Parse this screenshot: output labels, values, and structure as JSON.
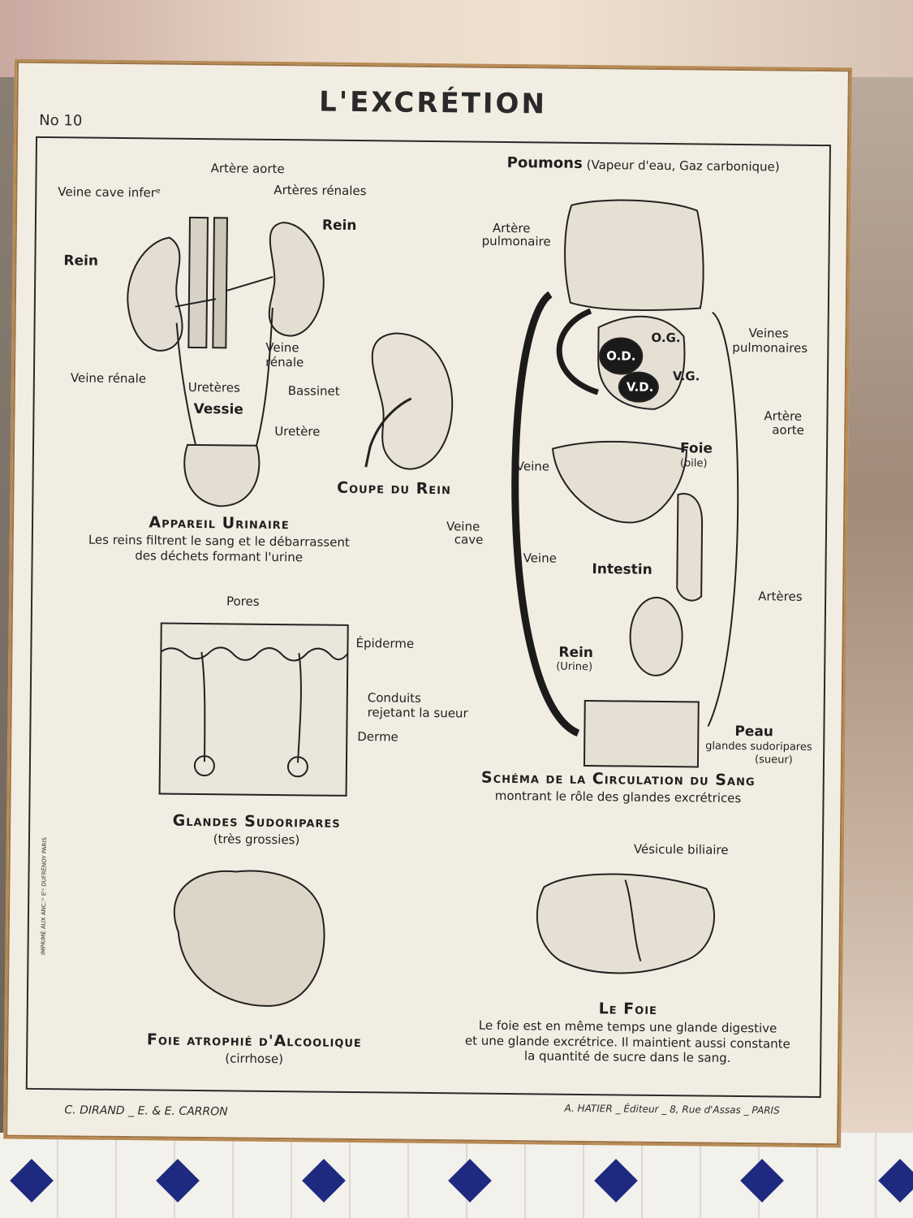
{
  "poster": {
    "number": "No 10",
    "title": "L'EXCRÉTION"
  },
  "urinary": {
    "labels": {
      "artere_aorte": "Artère aorte",
      "veine_cave": "Veine cave inferᵉ",
      "arteres_renales": "Artères rénales",
      "rein_right": "Rein",
      "rein_left": "Rein",
      "veine_renale_right_1": "Veine",
      "veine_renale_right_2": "rénale",
      "veine_renale_left": "Veine rénale",
      "ureteres": "Uretères",
      "vessie": "Vessie"
    },
    "caption_title": "Appareil Urinaire",
    "caption_line1": "Les reins filtrent le sang et le débarrassent",
    "caption_line2": "des déchets formant l'urine"
  },
  "kidney_section": {
    "bassinet": "Bassinet",
    "uretere": "Uretère",
    "caption": "Coupe du Rein"
  },
  "sweat_glands": {
    "pores": "Pores",
    "epiderme": "Épiderme",
    "conduits_1": "Conduits",
    "conduits_2": "rejetant la sueur",
    "derme": "Derme",
    "caption_title": "Glandes Sudoripares",
    "caption_sub": "(très grossies)"
  },
  "circulation": {
    "poumons": "Poumons",
    "poumons_detail": "(Vapeur d'eau, Gaz carbonique)",
    "artere_pulm_1": "Artère",
    "artere_pulm_2": "pulmonaire",
    "veines_pulm_1": "Veines",
    "veines_pulm_2": "pulmonaires",
    "od": "O.D.",
    "og": "O.G.",
    "vd": "V.D.",
    "vg": "V.G.",
    "artere_aorte_1": "Artère",
    "artere_aorte_2": "aorte",
    "foie": "Foie",
    "bile": "(bile)",
    "veine_1": "Veine",
    "veine_cave_1": "Veine",
    "veine_cave_2": "cave",
    "veine_2": "Veine",
    "intestin": "Intestin",
    "arteres": "Artères",
    "rein": "Rein",
    "urine": "(Urine)",
    "peau": "Peau",
    "peau_detail_1": "glandes sudoripares",
    "peau_detail_2": "(sueur)",
    "caption_title": "Schéma de la Circulation du Sang",
    "caption_sub": "montrant le rôle des glandes excrétrices"
  },
  "cirrhosis": {
    "caption_title": "Foie atrophié d'Alcoolique",
    "caption_sub": "(cirrhose)"
  },
  "liver": {
    "vesicule": "Vésicule biliaire",
    "caption_title": "Le Foie",
    "caption_line1": "Le foie est en même temps une glande digestive",
    "caption_line2": "et une glande excrétrice. Il maintient aussi constante",
    "caption_line3": "la quantité de sucre dans le sang."
  },
  "footer": {
    "authors": "C. DIRAND _ E. & E. CARRON",
    "publisher": "A. HATIER _ Éditeur _ 8, Rue d'Assas _ PARIS",
    "printer": "IMPRIMÉ AUX ANC.ᵗˢ Eᵗˢ DUFRÉNOY PARIS"
  }
}
